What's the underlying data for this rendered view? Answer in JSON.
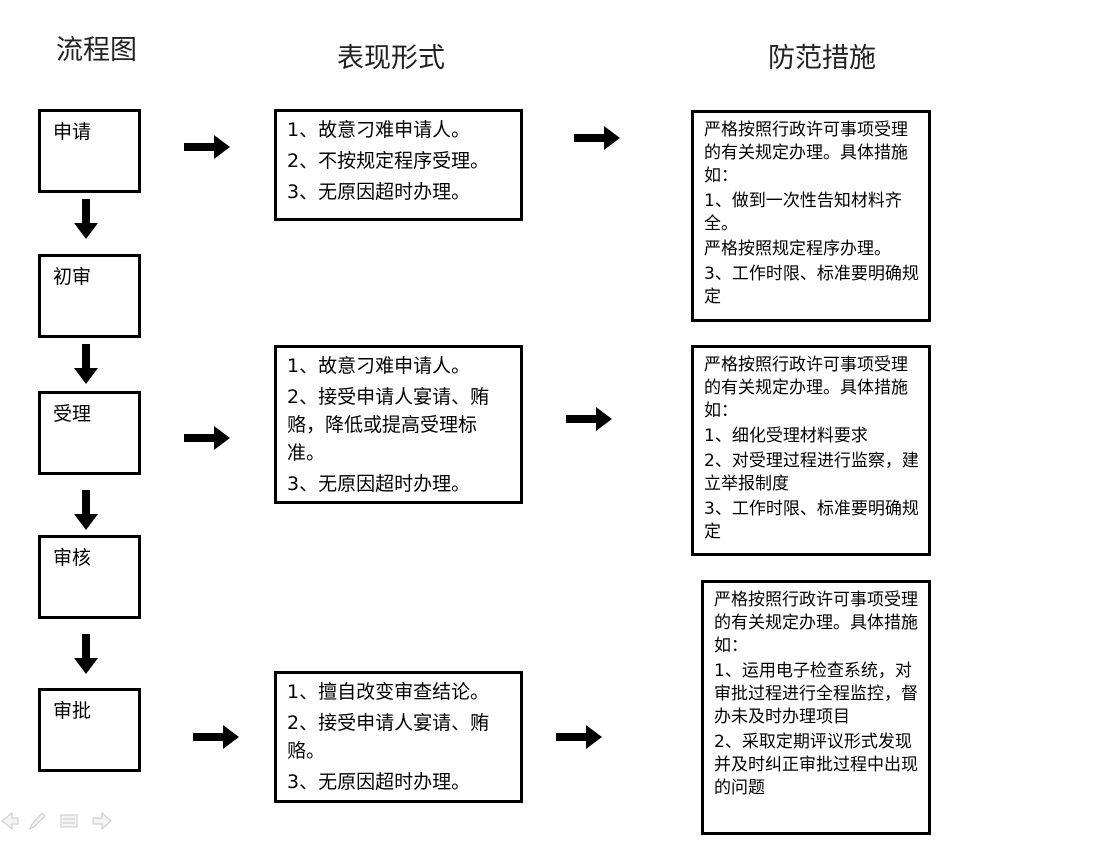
{
  "headers": {
    "flow": "流程图",
    "forms": "表现形式",
    "measures": "防范措施"
  },
  "steps": [
    {
      "label": "申请"
    },
    {
      "label": "初审"
    },
    {
      "label": "受理"
    },
    {
      "label": "审核"
    },
    {
      "label": "审批"
    }
  ],
  "forms": [
    {
      "lines": [
        "1、故意刁难申请人。",
        "2、不按规定程序受理。",
        "3、无原因超时办理。"
      ]
    },
    {
      "lines": [
        "1、故意刁难申请人。",
        "2、接受申请人宴请、贿赂，降低或提高受理标准。",
        "3、无原因超时办理。"
      ]
    },
    {
      "lines": [
        "1、擅自改变审查结论。",
        "2、接受申请人宴请、贿赂。",
        "3、无原因超时办理。"
      ]
    }
  ],
  "measures": [
    {
      "lines": [
        "严格按照行政许可事项受理的有关规定办理。具体措施如：",
        "1、做到一次性告知材料齐全。",
        "严格按照规定程序办理。",
        "3、工作时限、标准要明确规定"
      ]
    },
    {
      "lines": [
        "严格按照行政许可事项受理的有关规定办理。具体措施如：",
        "1、细化受理材料要求",
        "2、对受理过程进行监察，建立举报制度",
        "3、工作时限、标准要明确规定"
      ]
    },
    {
      "lines": [
        "严格按照行政许可事项受理的有关规定办理。具体措施如：",
        "1、运用电子检查系统，对审批过程进行全程监控，督办未及时办理项目",
        "2、采取定期评议形式发现并及时纠正审批过程中出现的问题"
      ]
    }
  ],
  "toolbar_icons": [
    "previous-slide-icon",
    "pen-icon",
    "menu-icon",
    "next-slide-icon"
  ]
}
